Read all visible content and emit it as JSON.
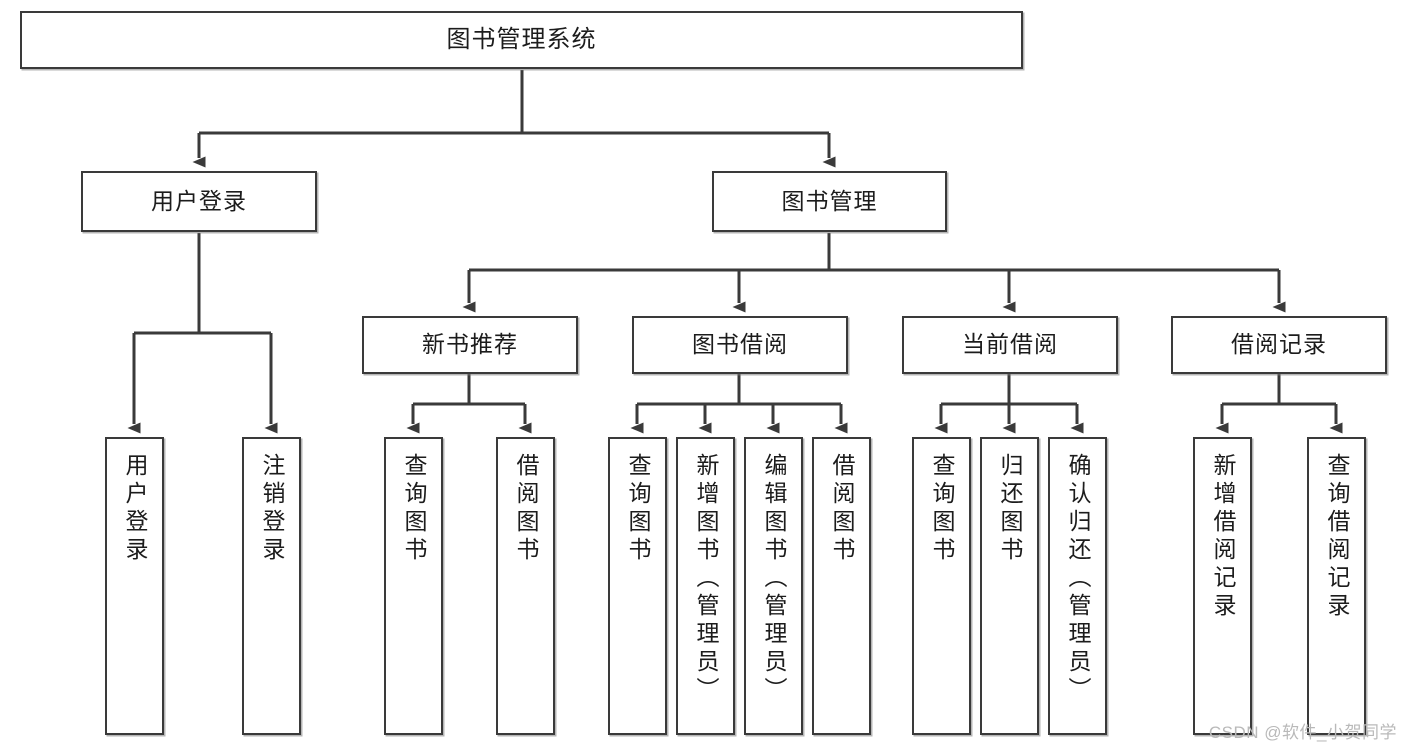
{
  "diagram": {
    "title": "图书管理系统",
    "type": "tree",
    "root": {
      "id": "root",
      "label": "图书管理系统"
    },
    "level2": [
      {
        "id": "user-login",
        "label": "用户登录"
      },
      {
        "id": "book-manage",
        "label": "图书管理"
      }
    ],
    "level3": [
      {
        "id": "new-book-rec",
        "label": "新书推荐",
        "parent": "book-manage"
      },
      {
        "id": "book-borrow",
        "label": "图书借阅",
        "parent": "book-manage"
      },
      {
        "id": "current-borrow",
        "label": "当前借阅",
        "parent": "book-manage"
      },
      {
        "id": "borrow-record",
        "label": "借阅记录",
        "parent": "book-manage"
      }
    ],
    "leaves": [
      {
        "id": "leaf-user-login",
        "label": "用户登录",
        "parent": "user-login"
      },
      {
        "id": "leaf-user-logout",
        "label": "注销登录",
        "parent": "user-login"
      },
      {
        "id": "leaf-query-book-1",
        "label": "查询图书",
        "parent": "new-book-rec"
      },
      {
        "id": "leaf-borrow-book-1",
        "label": "借阅图书",
        "parent": "new-book-rec"
      },
      {
        "id": "leaf-query-book-2",
        "label": "查询图书",
        "parent": "book-borrow"
      },
      {
        "id": "leaf-add-book",
        "label": "新增图书（管理员）",
        "parent": "book-borrow"
      },
      {
        "id": "leaf-edit-book",
        "label": "编辑图书（管理员）",
        "parent": "book-borrow"
      },
      {
        "id": "leaf-borrow-book-2",
        "label": "借阅图书",
        "parent": "book-borrow"
      },
      {
        "id": "leaf-query-book-3",
        "label": "查询图书",
        "parent": "current-borrow"
      },
      {
        "id": "leaf-return-book",
        "label": "归还图书",
        "parent": "current-borrow"
      },
      {
        "id": "leaf-confirm-return",
        "label": "确认归还（管理员）",
        "parent": "current-borrow"
      },
      {
        "id": "leaf-add-record",
        "label": "新增借阅记录",
        "parent": "borrow-record"
      },
      {
        "id": "leaf-query-record",
        "label": "查询借阅记录",
        "parent": "borrow-record"
      }
    ],
    "colors": {
      "stroke": "#3a3a3a",
      "fill": "#ffffff",
      "text": "#1c1c1c",
      "watermark": "#b9b9b9"
    }
  },
  "watermark": {
    "text": "CSDN @软件_小贺同学"
  }
}
